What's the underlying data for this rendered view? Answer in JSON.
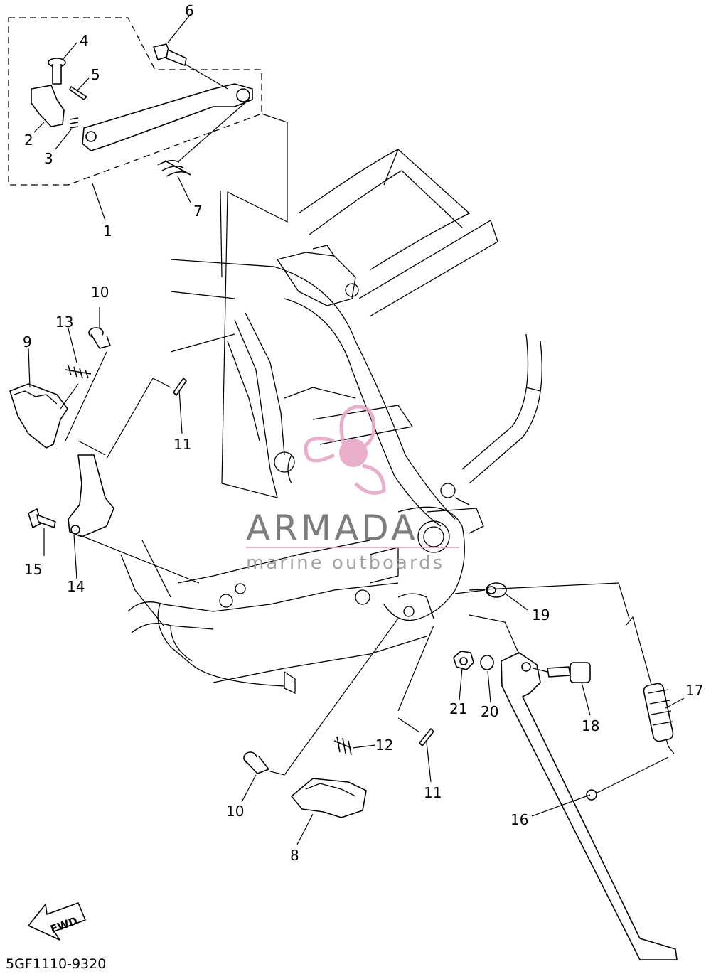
{
  "diagram": {
    "part_code": "5GF1110-9320",
    "fwd_label": "FWD",
    "callouts": {
      "c1": "1",
      "c2": "2",
      "c3": "3",
      "c4": "4",
      "c5": "5",
      "c6": "6",
      "c7": "7",
      "c8": "8",
      "c9": "9",
      "c10a": "10",
      "c10b": "10",
      "c11a": "11",
      "c11b": "11",
      "c12": "12",
      "c13": "13",
      "c14": "14",
      "c15": "15",
      "c16": "16",
      "c17": "17",
      "c18": "18",
      "c19": "19",
      "c20": "20",
      "c21": "21"
    }
  },
  "watermark": {
    "brand": "ARMADA",
    "tagline": "marine outboards",
    "logo_color": "#e8a6c8"
  }
}
